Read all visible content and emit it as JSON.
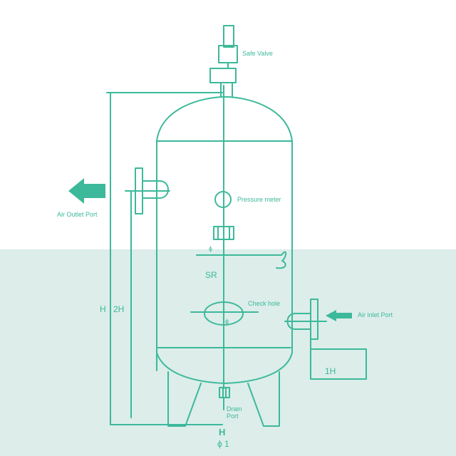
{
  "colors": {
    "line": "#3cb99a",
    "text": "#3cb99a",
    "background_top": "#ffffff",
    "background_bottom": "#dcedea"
  },
  "labels": {
    "safe_valve": "Safe Valve",
    "pressure_meter": "Pressure meter",
    "check_hole": "Check hole",
    "air_outlet_port": "Air Outlet Port",
    "air_inlet_port": "Air inlet Port",
    "drain_port_line1": "Drain",
    "drain_port_line2": "Port"
  },
  "dimensions": {
    "h": "H",
    "two_h": "2H",
    "one_h": "1H",
    "sr": "SR",
    "phi_pressure": "ϕ",
    "phi_check": "ϕ",
    "h_bottom": "H",
    "phi_one": "ϕ 1"
  },
  "icons": {
    "outlet_arrow": "arrow-left-icon",
    "inlet_arrow": "arrow-left-icon"
  }
}
